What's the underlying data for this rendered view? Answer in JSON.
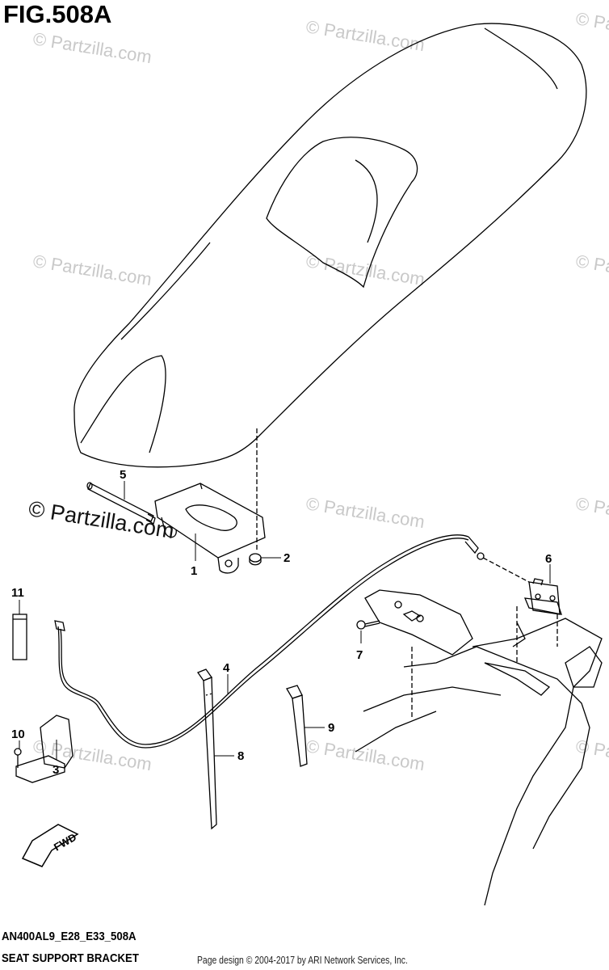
{
  "figure": {
    "title": "FIG.508A",
    "code": "AN400AL9_E28_E33_508A",
    "name": "SEAT SUPPORT BRACKET"
  },
  "watermark": {
    "brand_text": "© Partzilla.com",
    "repeat_text": "© Partzilla.com"
  },
  "footer": {
    "copyright": "Page design © 2004-2017 by ARI Network Services, Inc."
  },
  "direction_label": "FWD",
  "callouts": [
    "1",
    "2",
    "3",
    "4",
    "5",
    "6",
    "7",
    "8",
    "9",
    "10",
    "11"
  ]
}
